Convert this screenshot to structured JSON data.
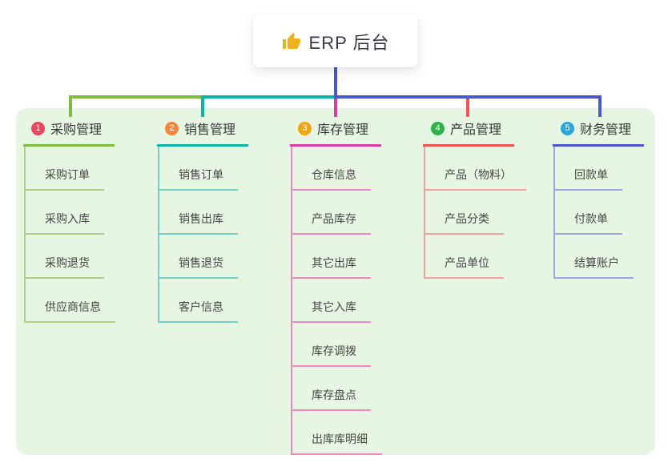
{
  "root": {
    "label": "ERP 后台",
    "icon": "thumbs-up-icon",
    "icon_color": "#f0b11e"
  },
  "panel": {
    "background": "#e7f6e2"
  },
  "stem_color": "#4a58d2",
  "branches": [
    {
      "number": "1",
      "title": "采购管理",
      "badge_color": "#e9495e",
      "line_color": "#82bb42",
      "light_color": "#aad389",
      "children": [
        "采购订单",
        "采购入库",
        "采购退货",
        "供应商信息"
      ]
    },
    {
      "number": "2",
      "title": "销售管理",
      "badge_color": "#f7863c",
      "line_color": "#0fb2a7",
      "light_color": "#74cec7",
      "children": [
        "销售订单",
        "销售出库",
        "销售退货",
        "客户信息"
      ]
    },
    {
      "number": "3",
      "title": "库存管理",
      "badge_color": "#f2a50c",
      "line_color": "#d83ca2",
      "light_color": "#ef87c5",
      "children": [
        "仓库信息",
        "产品库存",
        "其它出库",
        "其它入库",
        "库存调拨",
        "库存盘点",
        "出库库明细"
      ]
    },
    {
      "number": "4",
      "title": "产品管理",
      "badge_color": "#2cb34a",
      "line_color": "#f05352",
      "light_color": "#f5a09e",
      "children": [
        "产品（物料）",
        "产品分类",
        "产品单位"
      ]
    },
    {
      "number": "5",
      "title": "财务管理",
      "badge_color": "#2aa6dc",
      "line_color": "#4a58d2",
      "light_color": "#98a6e4",
      "children": [
        "回款单",
        "付款单",
        "结算账户"
      ]
    }
  ]
}
